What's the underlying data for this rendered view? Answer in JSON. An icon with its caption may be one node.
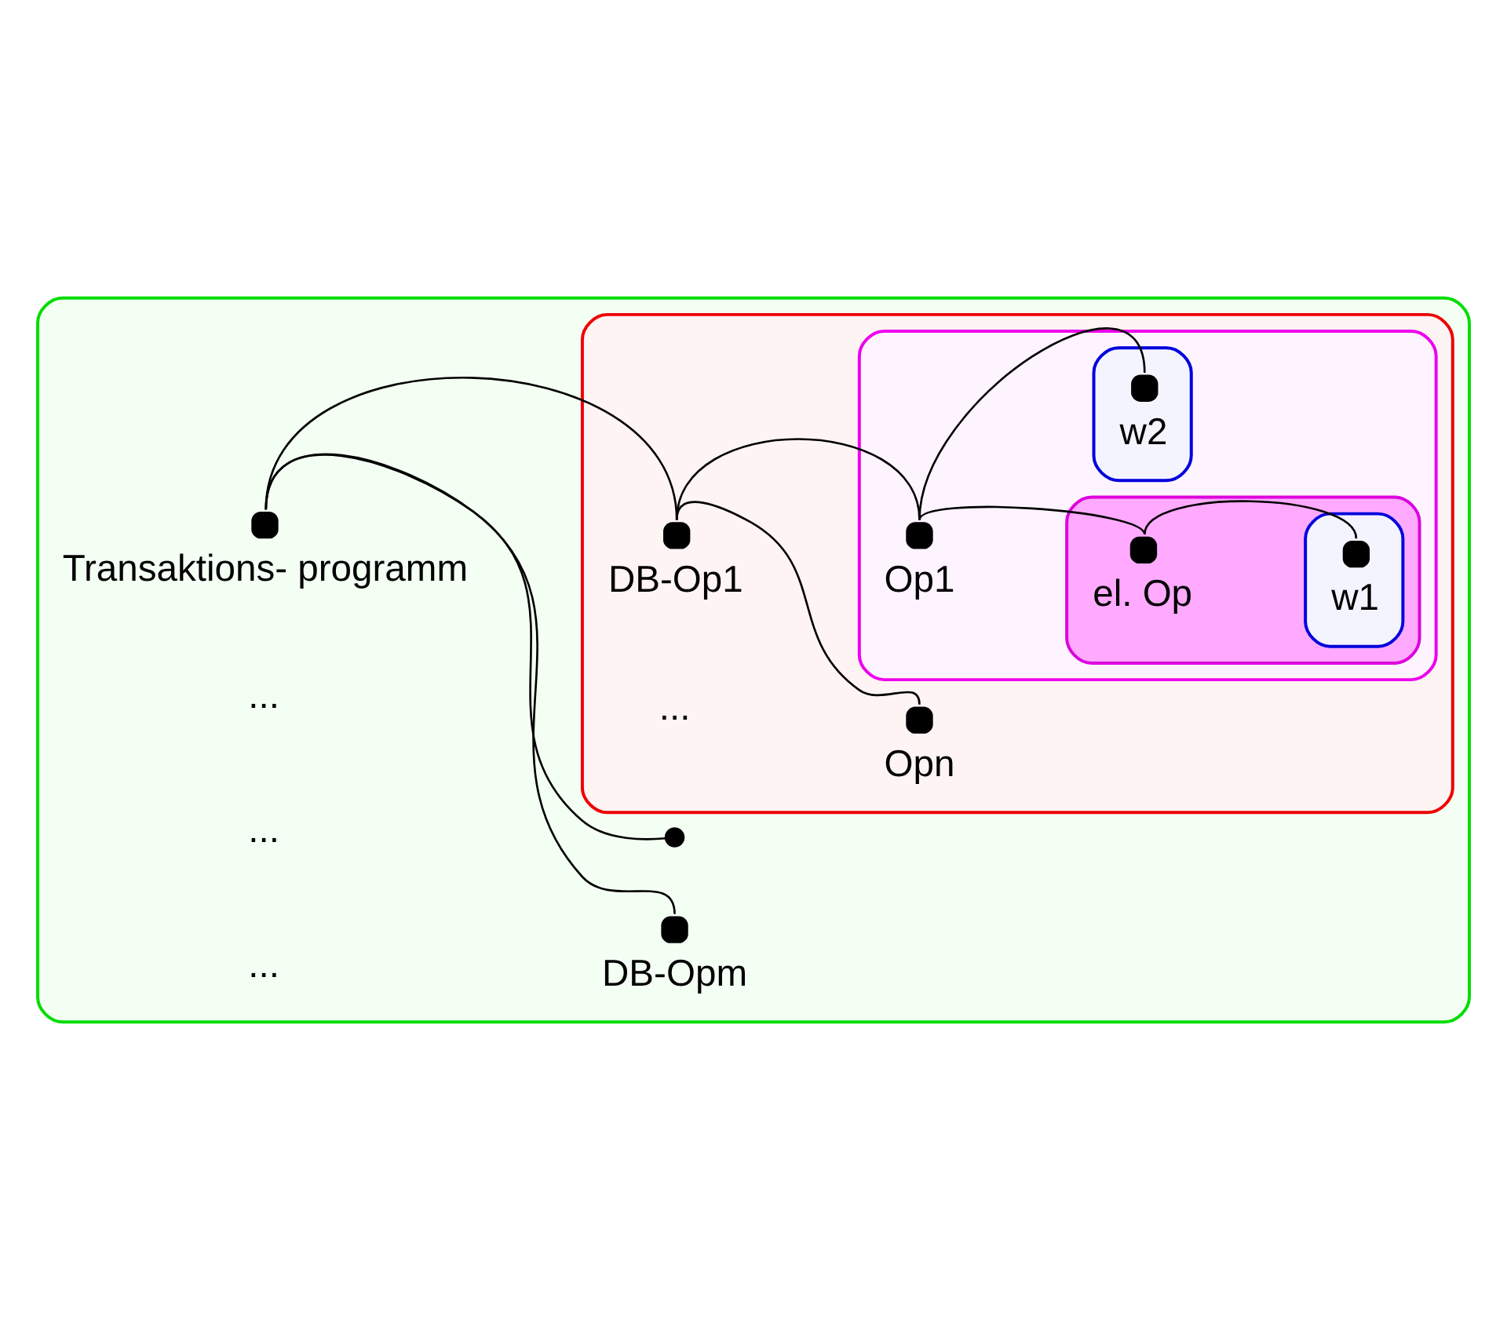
{
  "diagram": {
    "nodes": [
      {
        "text": [],
        "shape": "box"
      },
      {
        "text": [],
        "shape": "circle",
        "beside": [
          "Transaktions- programm"
        ],
        "in": 0
      },
      {
        "text": [],
        "shape": "circle",
        "beside": [
          "DB-Opm"
        ],
        "in": 0
      },
      {
        "text": [],
        "shape": "circle",
        "in": 0
      },
      {
        "text": [],
        "shape": "box",
        "in": 0
      },
      {
        "text": [],
        "shape": "circle",
        "beside": [
          "DB-Op1"
        ],
        "in": 4
      },
      {
        "text": [],
        "shape": "circle",
        "beside": [
          "Opn"
        ],
        "in": 4
      },
      {
        "text": [],
        "shape": "box",
        "in": 4
      },
      {
        "text": [],
        "shape": "circle",
        "beside": [
          "Op1"
        ],
        "in": 7
      },
      {
        "text": [],
        "shape": "box",
        "in": 7
      },
      {
        "text": [],
        "shape": "circle",
        "beside": [
          "el. Op"
        ],
        "in": 9
      },
      {
        "text": [],
        "shape": "box",
        "in": 9
      },
      {
        "text": [],
        "shape": "circle",
        "beside": [
          "w1"
        ],
        "in": 11
      },
      {
        "text": [],
        "shape": "box",
        "in": 7
      },
      {
        "text": [],
        "shape": "circle",
        "beside": [
          "w2"
        ],
        "in": 13
      }
    ],
    "edges": [
      {
        "from": 1,
        "to": 2,
        "arrow": "none"
      },
      {
        "from": 1,
        "to": 3,
        "arrow": "none"
      },
      {
        "from": 1,
        "to": 5,
        "arrow": "none"
      },
      {
        "from": 5,
        "to": 6,
        "arrow": "none"
      },
      {
        "from": 5,
        "to": 8,
        "arrow": "none"
      },
      {
        "from": 8,
        "to": 14,
        "arrow": "none"
      },
      {
        "from": 8,
        "to": 10,
        "arrow": "none"
      },
      {
        "from": 10,
        "to": 12,
        "arrow": "none"
      }
    ],
    "labels": [
      "...",
      "...",
      "...",
      "..."
    ]
  }
}
